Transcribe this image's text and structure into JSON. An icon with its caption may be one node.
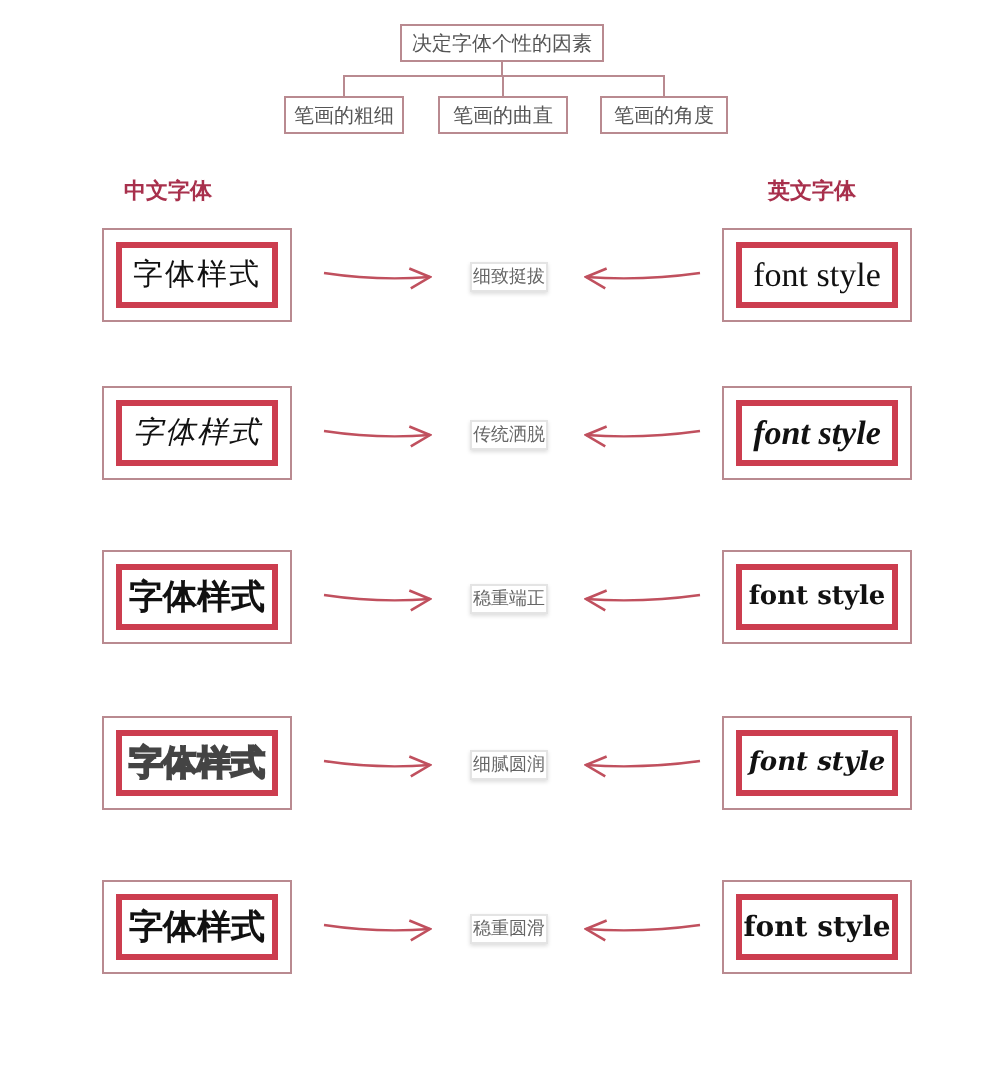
{
  "diagram": {
    "nodes": [
      {
        "text": [
          "决定字体个性的因素"
        ]
      },
      {
        "text": [
          "笔画的粗细"
        ]
      },
      {
        "text": [
          "笔画的曲直"
        ]
      },
      {
        "text": [
          "笔画的角度"
        ]
      },
      {
        "text": [
          "字体样式"
        ]
      },
      {
        "text": [
          "细致挺拔"
        ]
      },
      {
        "text": [
          "font style"
        ]
      },
      {
        "text": [
          "字体样式"
        ]
      },
      {
        "text": [
          "传统洒脱"
        ]
      },
      {
        "text": [
          "font style"
        ]
      },
      {
        "text": [
          "字体样式"
        ]
      },
      {
        "text": [
          "稳重端正"
        ]
      },
      {
        "text": [
          "font style"
        ]
      },
      {
        "text": [
          "字体样式"
        ]
      },
      {
        "text": [
          "细腻圆润"
        ]
      },
      {
        "text": [
          "font style"
        ]
      },
      {
        "text": [
          "字体样式"
        ]
      },
      {
        "text": [
          "稳重圆滑"
        ]
      },
      {
        "text": [
          "font style"
        ]
      }
    ],
    "edges": [
      {
        "from": 0,
        "to": 1,
        "arrow": "none"
      },
      {
        "from": 0,
        "to": 2,
        "arrow": "none"
      },
      {
        "from": 0,
        "to": 3,
        "arrow": "none"
      },
      {
        "from": 4,
        "to": 5,
        "arrow": "to"
      },
      {
        "from": 6,
        "to": 5,
        "arrow": "to"
      },
      {
        "from": 7,
        "to": 8,
        "arrow": "to"
      },
      {
        "from": 9,
        "to": 8,
        "arrow": "to"
      },
      {
        "from": 10,
        "to": 11,
        "arrow": "to"
      },
      {
        "from": 12,
        "to": 11,
        "arrow": "to"
      },
      {
        "from": 13,
        "to": 14,
        "arrow": "to"
      },
      {
        "from": 15,
        "to": 14,
        "arrow": "to"
      },
      {
        "from": 16,
        "to": 17,
        "arrow": "to"
      },
      {
        "from": 18,
        "to": 17,
        "arrow": "to"
      }
    ],
    "labels": [
      "中文字体",
      "英文字体"
    ]
  }
}
